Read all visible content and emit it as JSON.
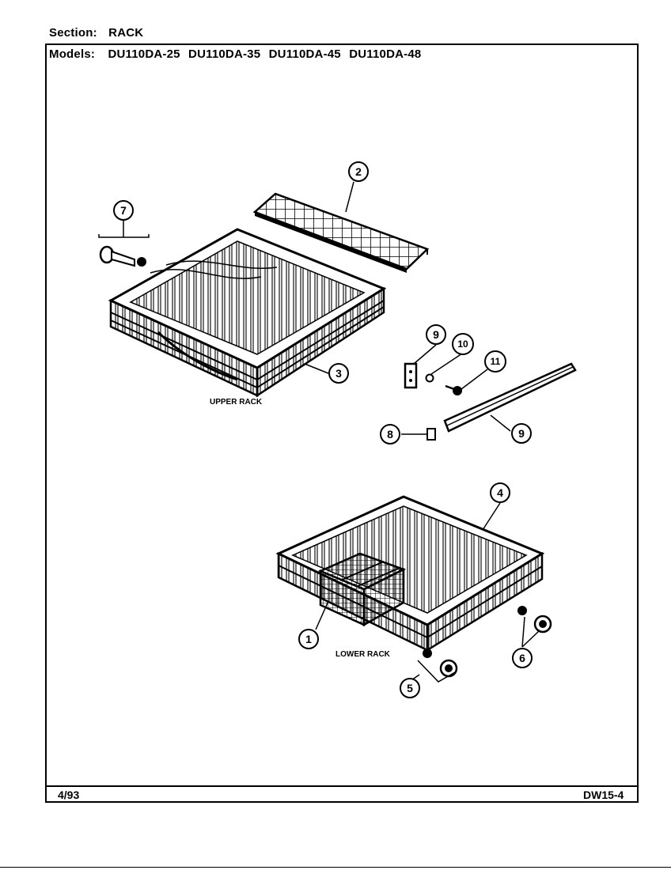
{
  "header": {
    "section_label": "Section:",
    "section_value": "RACK",
    "models_label": "Models:",
    "models": [
      "DU110DA-25",
      "DU110DA-35",
      "DU110DA-45",
      "DU110DA-48"
    ]
  },
  "labels": {
    "upper_rack": "UPPER RACK",
    "lower_rack": "LOWER RACK"
  },
  "callouts": [
    "1",
    "2",
    "3",
    "4",
    "5",
    "6",
    "7",
    "8",
    "9",
    "9",
    "10",
    "11"
  ],
  "footer": {
    "date": "4/93",
    "code": "DW15-4"
  }
}
